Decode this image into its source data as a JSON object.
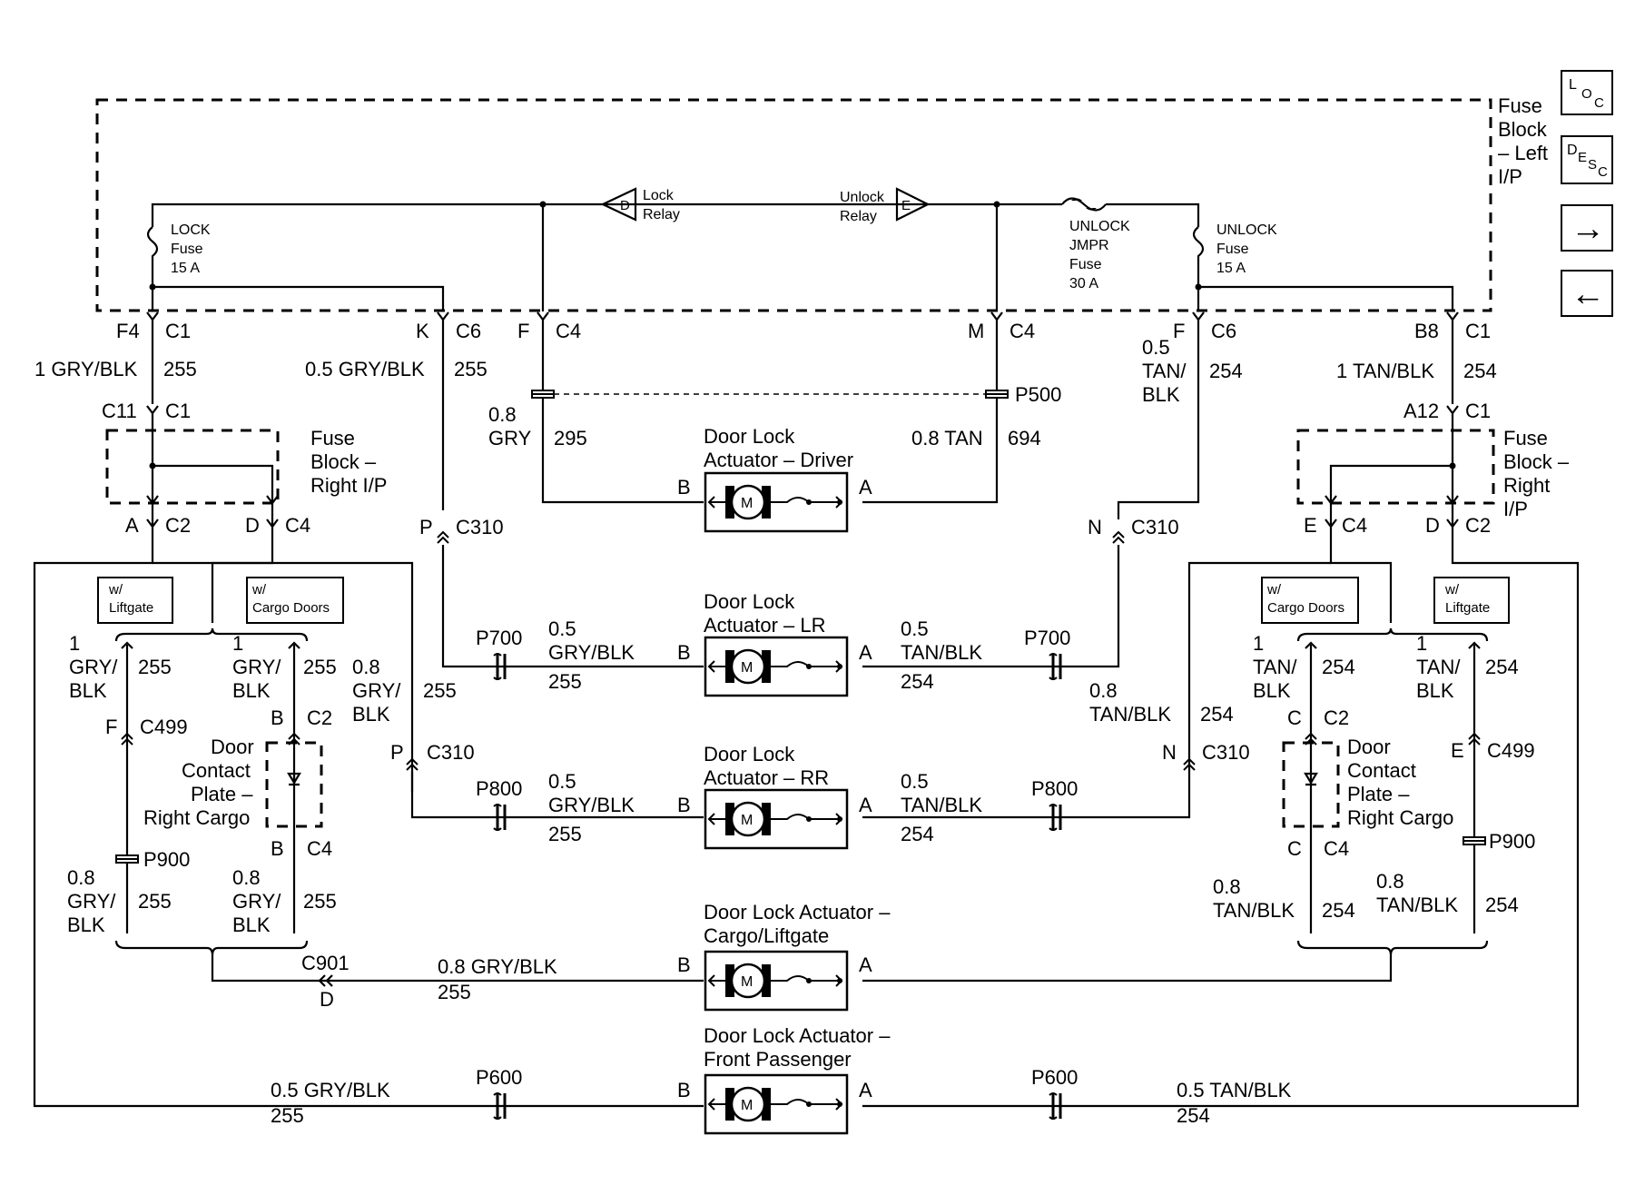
{
  "fuse_block_left": {
    "title": [
      "Fuse",
      "Block",
      "– Left",
      "I/P"
    ],
    "lock_relay": [
      "Lock",
      "Relay"
    ],
    "lock_relay_pin": "D",
    "unlock_relay": [
      "Unlock",
      "Relay"
    ],
    "unlock_relay_pin": "E",
    "lock_fuse": [
      "LOCK",
      "Fuse",
      "15 A"
    ],
    "unlock_jmpr_fuse": [
      "UNLOCK",
      "JMPR",
      "Fuse",
      "30 A"
    ],
    "unlock_fuse": [
      "UNLOCK",
      "Fuse",
      "15 A"
    ]
  },
  "nav": {
    "loc": [
      "L",
      "O",
      "C"
    ],
    "desc": [
      "D",
      "E",
      "S",
      "C"
    ],
    "next_glyph": "→",
    "prev_glyph": "←"
  },
  "connectors": {
    "f4": "F4",
    "c1a": "C1",
    "k": "K",
    "c6a": "C6",
    "f": "F",
    "c4a": "C4",
    "m": "M",
    "c4b": "C4",
    "f2": "F",
    "c6b": "C6",
    "b8": "B8",
    "c1b": "C1",
    "c11": "C11",
    "c1c": "C1",
    "a12": "A12",
    "c1d": "C1",
    "a": "A",
    "c2a": "C2",
    "d": "D",
    "c4c": "C4",
    "e": "E",
    "c4d": "C4",
    "d2": "D",
    "c2b": "C2",
    "p": "P",
    "c310a": "C310",
    "n": "N",
    "c310b": "C310",
    "p2": "P",
    "c310c": "C310",
    "n2": "N",
    "c310d": "C310",
    "fl": "F",
    "c499a": "C499",
    "el": "E",
    "c499b": "C499",
    "bl": "B",
    "c2c": "C2",
    "bl2": "B",
    "c4e": "C4",
    "cr": "C",
    "c2d": "C2",
    "cr2": "C",
    "c4f": "C4",
    "c901": "C901",
    "c901pin": "D",
    "p500": "P500",
    "p700a": "P700",
    "p700b": "P700",
    "p800a": "P800",
    "p800b": "P800",
    "p900a": "P900",
    "p900b": "P900",
    "p600a": "P600",
    "p600b": "P600"
  },
  "wires": {
    "w1": "1 GRY/BLK",
    "w1c": "255",
    "w2": "0.5 GRY/BLK",
    "w2c": "255",
    "w3": [
      "0.5",
      "TAN/",
      "BLK"
    ],
    "w3c": "254",
    "w4": "1 TAN/BLK",
    "w4c": "254",
    "w5": [
      "0.8",
      "GRY"
    ],
    "w5c": "295",
    "w6": "0.8 TAN",
    "w6c": "694",
    "lr_left": [
      "0.5",
      "GRY/BLK"
    ],
    "lr_left_c": "255",
    "lr_right": [
      "0.5",
      "TAN/BLK"
    ],
    "lr_right_c": "254",
    "rr_left": [
      "0.5",
      "GRY/BLK"
    ],
    "rr_left_c": "255",
    "rr_right": [
      "0.5",
      "TAN/BLK"
    ],
    "rr_right_c": "254",
    "l1": [
      "1",
      "GRY/",
      "BLK"
    ],
    "l1c": "255",
    "l2": [
      "1",
      "GRY/",
      "BLK"
    ],
    "l2c": "255",
    "l3": [
      "0.8",
      "GRY/",
      "BLK"
    ],
    "l3c": "255",
    "l4": [
      "0.8",
      "GRY/",
      "BLK"
    ],
    "l4c": "255",
    "l5": [
      "0.8",
      "GRY/",
      "BLK"
    ],
    "l5c": "255",
    "r1": [
      "1",
      "TAN/",
      "BLK"
    ],
    "r1c": "254",
    "r2": [
      "1",
      "TAN/",
      "BLK"
    ],
    "r2c": "254",
    "r3": [
      "0.8",
      "TAN/BLK"
    ],
    "r3c": "254",
    "r4": [
      "0.8",
      "TAN/BLK"
    ],
    "r4c": "254",
    "r5": [
      "0.8",
      "TAN/BLK"
    ],
    "r5c": "254",
    "cargo": "0.8 GRY/BLK",
    "cargo_c": "255",
    "fp_left": "0.5 GRY/BLK",
    "fp_left_c": "255",
    "fp_right": "0.5 TAN/BLK",
    "fp_right_c": "254"
  },
  "options": {
    "liftgate": [
      "w/",
      "Liftgate"
    ],
    "cargo_doors": [
      "w/",
      "Cargo Doors"
    ]
  },
  "fuse_block_right": {
    "left_label": [
      "Fuse",
      "Block –",
      "Right I/P"
    ],
    "right_label": [
      "Fuse",
      "Block –",
      "Right",
      "I/P"
    ]
  },
  "door_contact": [
    "Door",
    "Contact",
    "Plate –",
    "Right Cargo"
  ],
  "actuators": {
    "driver": [
      "Door Lock",
      "Actuator – Driver"
    ],
    "lr": [
      "Door Lock",
      "Actuator – LR"
    ],
    "rr": [
      "Door Lock",
      "Actuator – RR"
    ],
    "cargo": [
      "Door Lock Actuator –",
      "Cargo/Liftgate"
    ],
    "front_passenger": [
      "Door Lock Actuator –",
      "Front Passenger"
    ],
    "pin_b": "B",
    "pin_a": "A",
    "motor": "M"
  }
}
